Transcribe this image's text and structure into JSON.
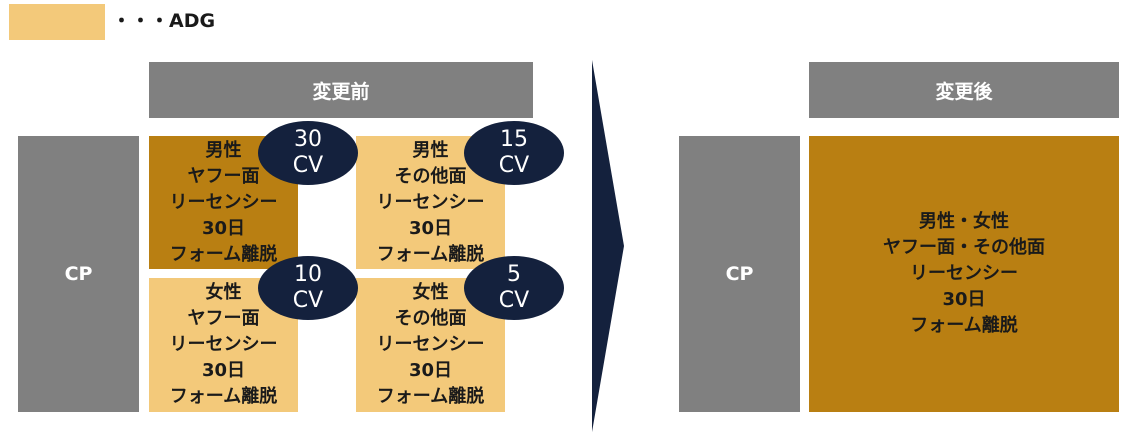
{
  "legend": {
    "swatch_color": "#f3c97a",
    "label": "・・・ADG"
  },
  "before": {
    "header": "変更前",
    "cp_label": "CP",
    "groups": [
      {
        "lines": [
          "男性",
          "ヤフー面",
          "リーセンシー",
          "30日",
          "フォーム離脱"
        ],
        "cv_value": "30",
        "cv_unit": "CV",
        "highlighted": true
      },
      {
        "lines": [
          "男性",
          "その他面",
          "リーセンシー",
          "30日",
          "フォーム離脱"
        ],
        "cv_value": "15",
        "cv_unit": "CV",
        "highlighted": false
      },
      {
        "lines": [
          "女性",
          "ヤフー面",
          "リーセンシー",
          "30日",
          "フォーム離脱"
        ],
        "cv_value": "10",
        "cv_unit": "CV",
        "highlighted": false
      },
      {
        "lines": [
          "女性",
          "その他面",
          "リーセンシー",
          "30日",
          "フォーム離脱"
        ],
        "cv_value": "5",
        "cv_unit": "CV",
        "highlighted": false
      }
    ]
  },
  "after": {
    "header": "変更後",
    "cp_label": "CP",
    "group_lines": [
      "男性・女性",
      "ヤフー面・その他面",
      "リーセンシー",
      "30日",
      "フォーム離脱"
    ]
  },
  "colors": {
    "light_adg": "#f3c97a",
    "dark_adg": "#b97f12",
    "header_gray": "#808080",
    "cv_navy": "#14213d"
  }
}
